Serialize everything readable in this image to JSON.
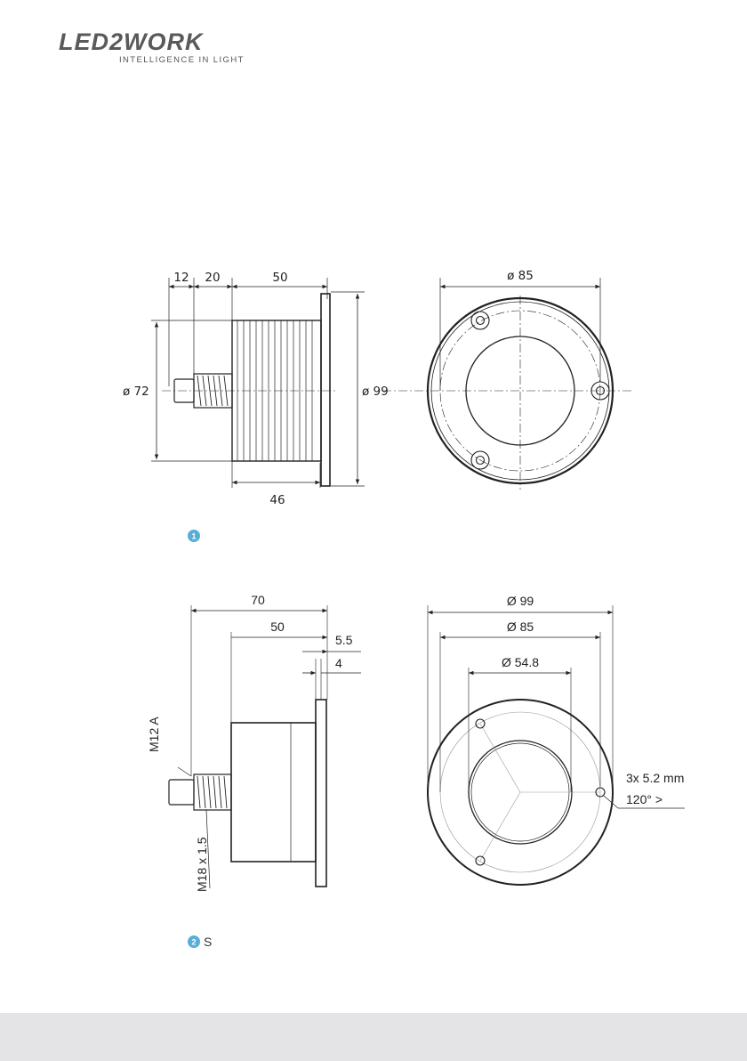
{
  "logo": {
    "text": "LED2WORK",
    "tagline": "INTELLIGENCE IN LIGHT"
  },
  "drawing1": {
    "badge": "1",
    "caption": "",
    "dims": {
      "d12": "12",
      "d20": "20",
      "d50": "50",
      "d46": "46",
      "dia72": "ø 72",
      "dia99": "ø 99",
      "dia85": "ø 85"
    }
  },
  "drawing2": {
    "badge": "2",
    "caption": "S",
    "dims": {
      "d70": "70",
      "d50": "50",
      "d5_5": "5.5",
      "d4": "4",
      "m12": "M12 A",
      "m18": "M18 x 1.5",
      "dia99": "Ø 99",
      "dia85": "Ø 85",
      "dia54": "Ø 54.8",
      "holes": "3x 5.2 mm",
      "angle": "120° >"
    }
  },
  "colors": {
    "line": "#222222",
    "badge": "#5aaed6",
    "footer": "#e4e4e6"
  }
}
